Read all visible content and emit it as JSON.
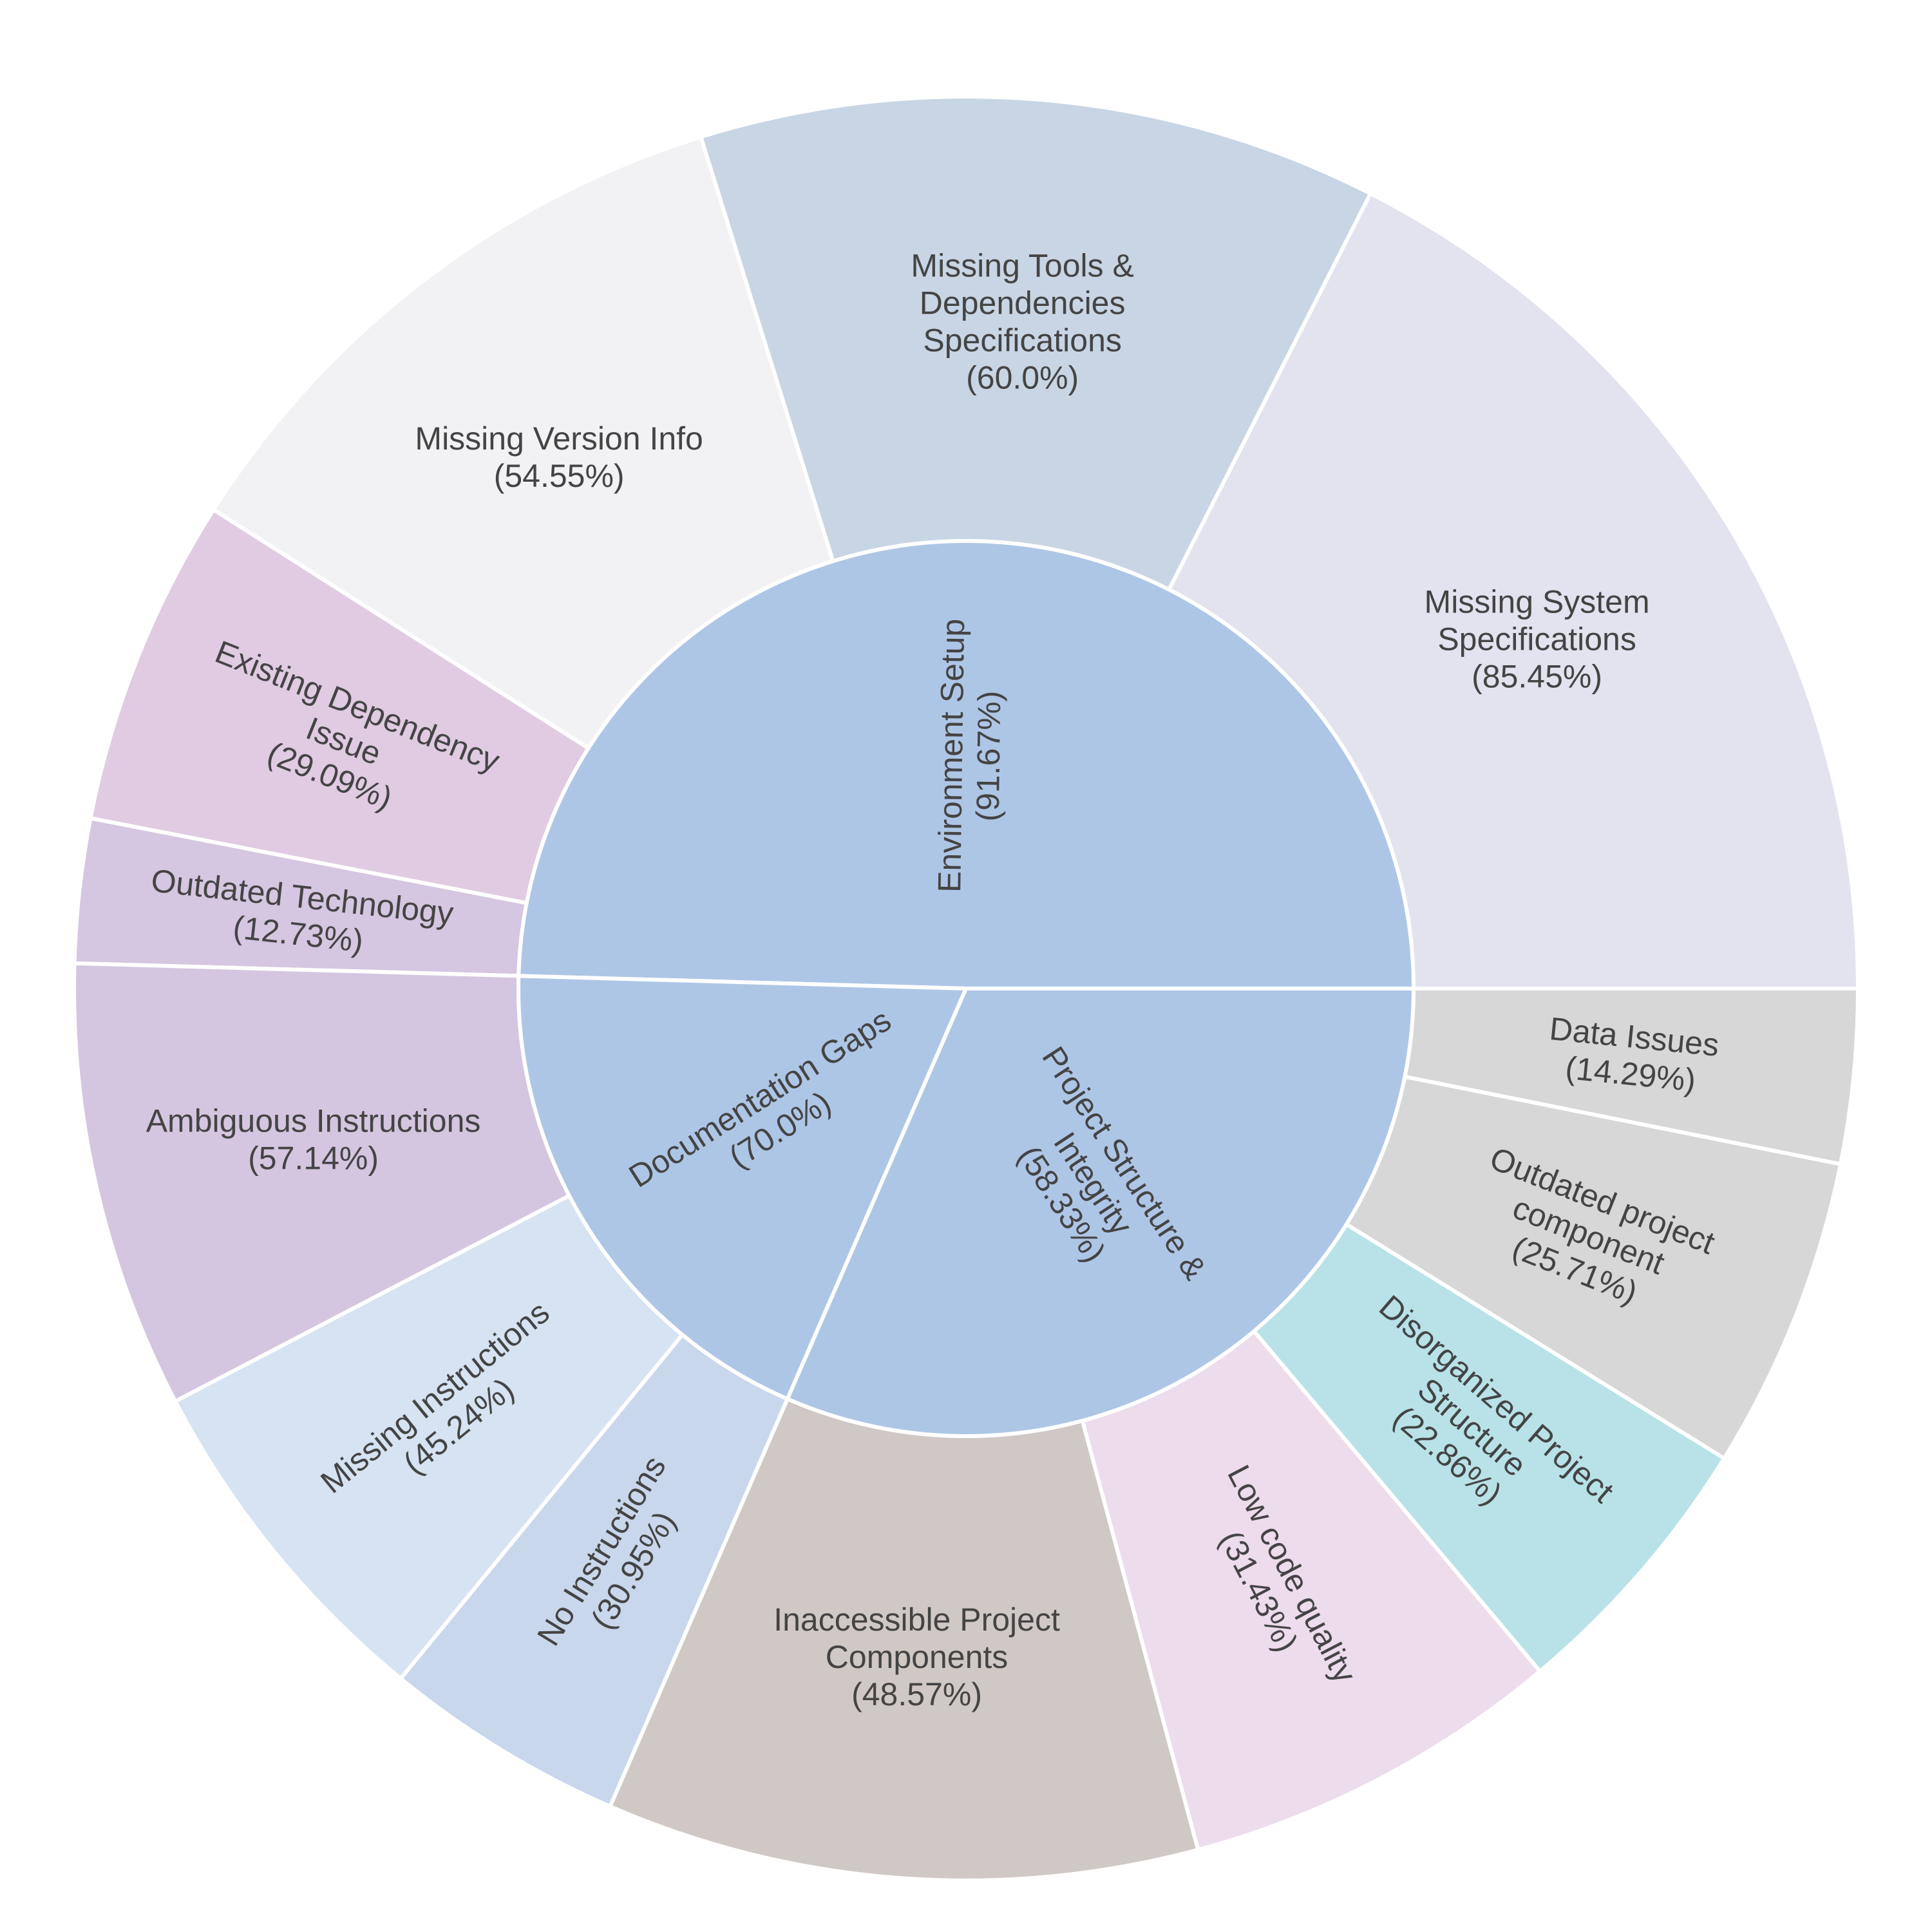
{
  "chart_data": {
    "type": "sunburst",
    "title": "",
    "inner_ring": [
      {
        "name": "Environment Setup",
        "percent_label": "(91.67%)",
        "value": 55,
        "color": "#aec6e6"
      },
      {
        "name": "Documentation Gaps",
        "percent_label": "(70.0%)",
        "value": 21,
        "color": "#aec6e6"
      },
      {
        "name": "Project Structure & Integrity",
        "percent_label": "(58.33%)",
        "value": 35,
        "color": "#aec6e6"
      }
    ],
    "outer_ring": [
      {
        "parent": "Environment Setup",
        "name": "Missing System Specifications",
        "percent_label": "(85.45%)",
        "value": 47,
        "color": "#e3e3ef"
      },
      {
        "parent": "Environment Setup",
        "name": "Missing Tools & Dependencies Specifications",
        "percent_label": "(60.0%)",
        "value": 33,
        "color": "#c8d5e5"
      },
      {
        "parent": "Environment Setup",
        "name": "Missing Version Info",
        "percent_label": "(54.55%)",
        "value": 30,
        "color": "#f2f2f5"
      },
      {
        "parent": "Environment Setup",
        "name": "Existing Dependency Issue",
        "percent_label": "(29.09%)",
        "value": 16,
        "color": "#e0cbe2"
      },
      {
        "parent": "Environment Setup",
        "name": "Outdated Technology",
        "percent_label": "(12.73%)",
        "value": 7,
        "color": "#d5c6e1"
      },
      {
        "parent": "Documentation Gaps",
        "name": "Ambiguous Instructions",
        "percent_label": "(57.14%)",
        "value": 12,
        "color": "#d4c6e0"
      },
      {
        "parent": "Documentation Gaps",
        "name": "Missing Instructions",
        "percent_label": "(45.24%)",
        "value": 9.5,
        "color": "#d5e3f2"
      },
      {
        "parent": "Documentation Gaps",
        "name": "No Instructions",
        "percent_label": "(30.95%)",
        "value": 6.5,
        "color": "#c8d7ec"
      },
      {
        "parent": "Project Structure & Integrity",
        "name": "Inaccessible Project Components",
        "percent_label": "(48.57%)",
        "value": 17,
        "color": "#d0c8c5"
      },
      {
        "parent": "Project Structure & Integrity",
        "name": "Low code quality",
        "percent_label": "(31.43%)",
        "value": 11,
        "color": "#ecdcec"
      },
      {
        "parent": "Project Structure & Integrity",
        "name": "Disorganized Project Structure",
        "percent_label": "(22.86%)",
        "value": 8,
        "color": "#b8e2e8"
      },
      {
        "parent": "Project Structure & Integrity",
        "name": "Outdated project component",
        "percent_label": "(25.71%)",
        "value": 9,
        "color": "#d7d7d7"
      },
      {
        "parent": "Project Structure & Integrity",
        "name": "Data Issues",
        "percent_label": "(14.29%)",
        "value": 5,
        "color": "#d7d7d7"
      }
    ]
  }
}
